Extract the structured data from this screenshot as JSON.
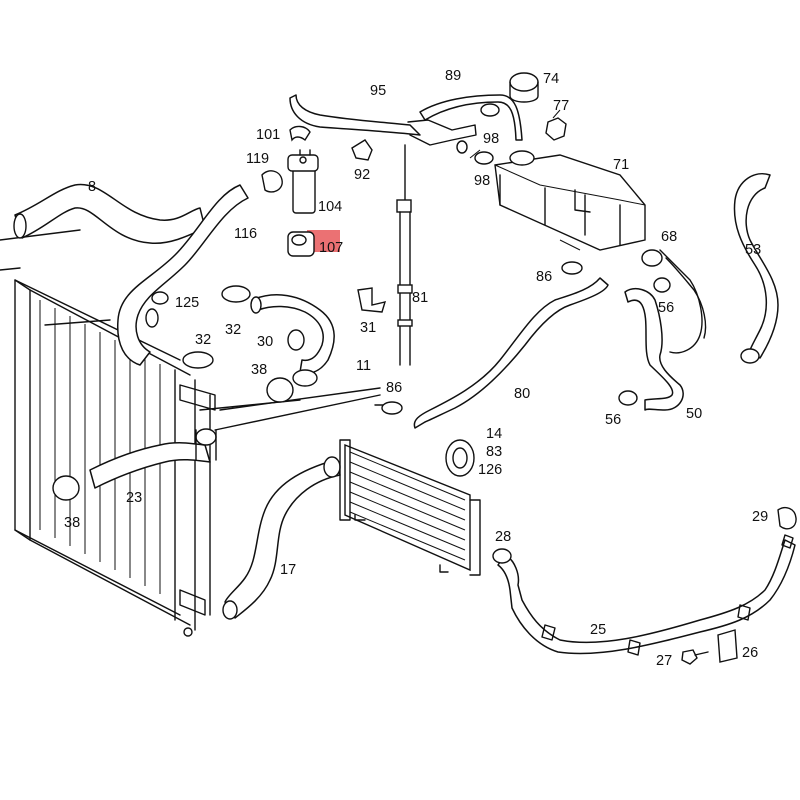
{
  "diagram": {
    "highlight_color": "#e8585a",
    "labels": {
      "p8": "8",
      "p116": "116",
      "p101": "101",
      "p119": "119",
      "p104": "104",
      "p107": "107",
      "p95": "95",
      "p89": "89",
      "p74": "74",
      "p77": "77",
      "p98a": "98",
      "p98b": "98",
      "p92": "92",
      "p71": "71",
      "p68": "68",
      "p53": "53",
      "p86a": "86",
      "p56a": "56",
      "p125": "125",
      "p32a": "32",
      "p30": "30",
      "p31": "31",
      "p81": "81",
      "p32b": "32",
      "p38a": "38",
      "p11": "11",
      "p86b": "86",
      "p80": "80",
      "p56b": "56",
      "p50": "50",
      "p14": "14",
      "p83": "83",
      "p126": "126",
      "p23": "23",
      "p38b": "38",
      "p17": "17",
      "p28": "28",
      "p29": "29",
      "p25": "25",
      "p26": "26",
      "p27": "27"
    }
  }
}
